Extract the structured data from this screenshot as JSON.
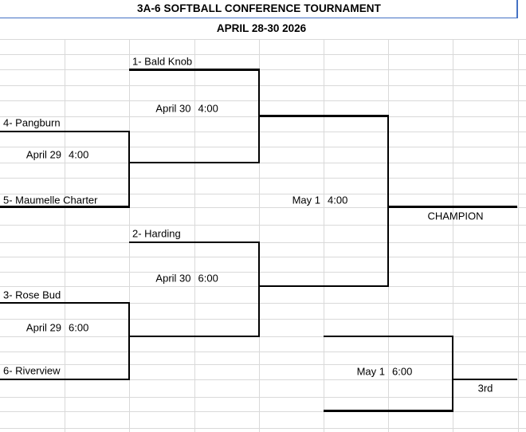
{
  "header": {
    "title": "3A-6 SOFTBALL CONFERENCE TOURNAMENT",
    "subtitle": "APRIL 28-30 2026"
  },
  "teams": {
    "seed1": "1- Bald Knob",
    "seed2": "2- Harding",
    "seed3": "3- Rose Bud",
    "seed4": "4- Pangburn",
    "seed5": "5- Maumelle Charter",
    "seed6": "6- Riverview"
  },
  "games": {
    "quarterfinal1": {
      "date": "April 29",
      "time": "4:00"
    },
    "quarterfinal2": {
      "date": "April 29",
      "time": "6:00"
    },
    "semifinal1": {
      "date": "April 30",
      "time": "4:00"
    },
    "semifinal2": {
      "date": "April 30",
      "time": "6:00"
    },
    "championship": {
      "date": "May 1",
      "time": "4:00"
    },
    "third_place": {
      "date": "May 1",
      "time": "6:00"
    }
  },
  "labels": {
    "champion": "CHAMPION",
    "third": "3rd"
  },
  "colors": {
    "accent_blue": "#4472C4",
    "gridline": "#d9d9d9",
    "line_black": "#000000"
  }
}
